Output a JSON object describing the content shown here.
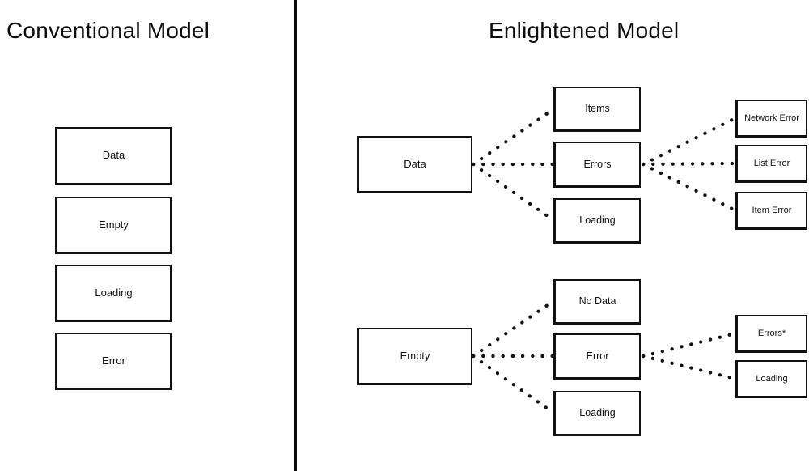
{
  "panels": {
    "left": {
      "title": "Conventional Model",
      "states": [
        {
          "label": "Data"
        },
        {
          "label": "Empty"
        },
        {
          "label": "Loading"
        },
        {
          "label": "Error"
        }
      ]
    },
    "right": {
      "title": "Enlightened Model",
      "trees": [
        {
          "root": {
            "label": "Data"
          },
          "children": [
            {
              "label": "Items"
            },
            {
              "label": "Errors"
            },
            {
              "label": "Loading"
            }
          ],
          "grandchildren_of": "Errors",
          "grandchildren": [
            {
              "label": "Network Error"
            },
            {
              "label": "List Error"
            },
            {
              "label": "Item Error"
            }
          ]
        },
        {
          "root": {
            "label": "Empty"
          },
          "children": [
            {
              "label": "No Data"
            },
            {
              "label": "Error"
            },
            {
              "label": "Loading"
            }
          ],
          "grandchildren_of": "Error",
          "grandchildren": [
            {
              "label": "Errors*"
            },
            {
              "label": "Loading"
            }
          ]
        }
      ]
    }
  },
  "style": {
    "background": "#ffffff",
    "ink": "#111111",
    "divider": "#0a0a0a"
  }
}
